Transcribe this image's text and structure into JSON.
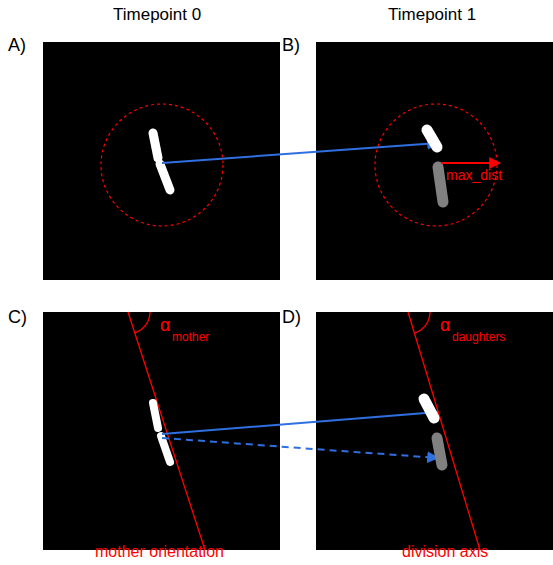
{
  "diagram": {
    "labels": [
      "Timepoint 0",
      "Timepoint 1",
      "A)",
      "B)",
      "C)",
      "D)",
      "max_dist",
      "α",
      "mother",
      "α",
      "daughters",
      "mother orientation",
      "division axis"
    ]
  }
}
